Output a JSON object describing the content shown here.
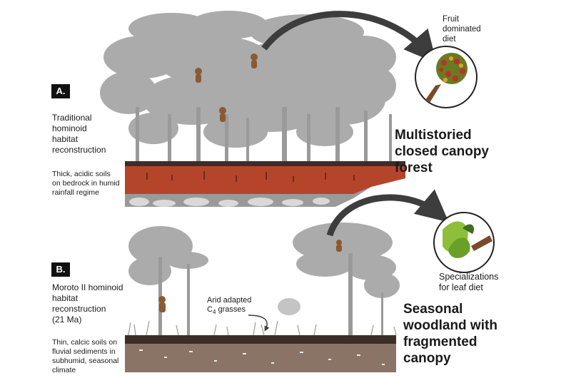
{
  "panelA": {
    "label": "A.",
    "reconstruction": [
      "Traditional",
      "hominoid",
      "habitat",
      "reconstruction"
    ],
    "soil": [
      "Thick, acidic soils",
      "on bedrock in humid",
      "rainfall regime"
    ],
    "diet": [
      "Fruit",
      "dominated",
      "diet"
    ],
    "habitat": [
      "Multistoried",
      "closed canopy",
      "forest"
    ]
  },
  "panelB": {
    "label": "B.",
    "reconstruction": [
      "Moroto II hominoid",
      "habitat",
      "reconstruction",
      "(21 Ma)"
    ],
    "soil": [
      "Thin, calcic soils on",
      "fluvial sediments in",
      "subhumid, seasonal",
      "climate"
    ],
    "diet": [
      "Specializations",
      "for leaf diet"
    ],
    "grasses_line1": "Arid adapted",
    "grasses_c": "C",
    "grasses_sub": "4",
    "grasses_rest": " grasses",
    "habitat": [
      "Seasonal",
      "woodland with",
      "fragmented",
      "canopy"
    ]
  },
  "colors": {
    "canopy": "#a9a9a9",
    "trunk": "#9a9a9a",
    "redSoil": "#b5452a",
    "darkSoil": "#3a2e26",
    "brownSoil": "#8a7466",
    "arrow": "#3d3d3d"
  }
}
